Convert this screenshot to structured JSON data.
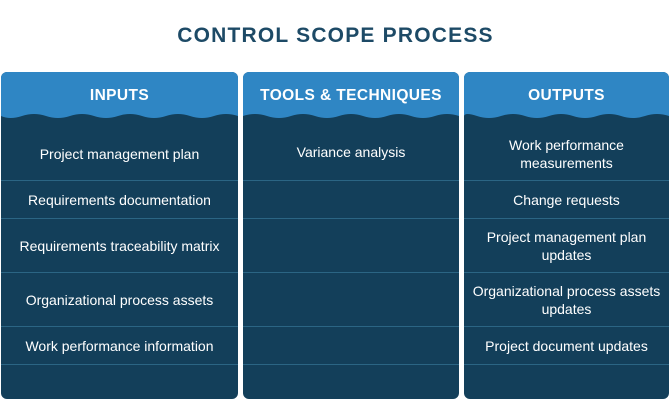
{
  "title": "CONTROL SCOPE PROCESS",
  "colors": {
    "title": "#1d4a66",
    "header": "#2f86c4",
    "body": "#133f5a",
    "divider": "#2b6584",
    "text": "#ffffff"
  },
  "columns": [
    {
      "heading": "INPUTS",
      "items": [
        "Project management plan",
        "Requirements documentation",
        "Requirements traceability matrix",
        "Organizational process assets",
        "Work performance information"
      ]
    },
    {
      "heading": "TOOLS & TECHNIQUES",
      "items": [
        "Variance analysis"
      ]
    },
    {
      "heading": "OUTPUTS",
      "items": [
        "Work performance measurements",
        "Change requests",
        "Project management plan updates",
        "Organizational process assets updates",
        "Project document updates"
      ]
    }
  ]
}
